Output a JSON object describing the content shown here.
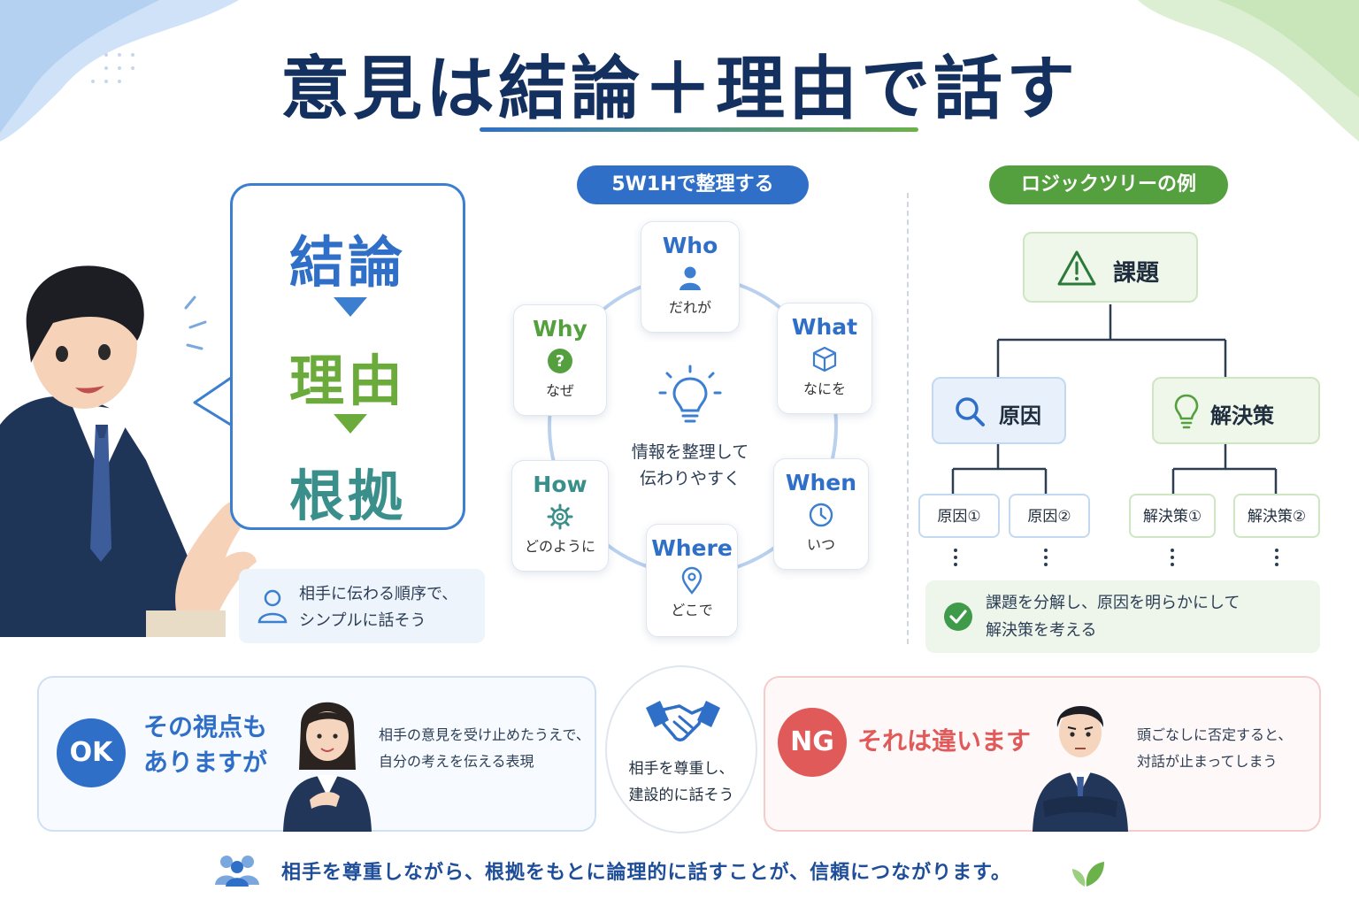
{
  "title": "意見は結論＋理由で話す",
  "colors": {
    "navy": "#14305f",
    "blue": "#2f6fc7",
    "green": "#55a03e",
    "red": "#e05a5a",
    "teal": "#3a8f8a"
  },
  "structure": {
    "steps": [
      "結論",
      "理由",
      "根拠"
    ],
    "tip": [
      "相手に伝わる順序で、",
      "シンプルに話そう"
    ]
  },
  "fivew1h": {
    "header": "5W1Hで整理する",
    "items": [
      {
        "label": "Who",
        "sub": "だれが",
        "icon": "person-icon",
        "color": "#2f6fc7"
      },
      {
        "label": "What",
        "sub": "なにを",
        "icon": "box-icon",
        "color": "#2f6fc7"
      },
      {
        "label": "When",
        "sub": "いつ",
        "icon": "clock-icon",
        "color": "#2f6fc7"
      },
      {
        "label": "Where",
        "sub": "どこで",
        "icon": "location-pin-icon",
        "color": "#2f6fc7"
      },
      {
        "label": "How",
        "sub": "どのように",
        "icon": "gear-icon",
        "color": "#3a8f8a"
      },
      {
        "label": "Why",
        "sub": "なぜ",
        "icon": "question-icon",
        "color": "#55a03e"
      }
    ],
    "center": [
      "情報を整理して",
      "伝わりやすく"
    ]
  },
  "logic_tree": {
    "header": "ロジックツリーの例",
    "root": "課題",
    "cause": "原因",
    "solution": "解決策",
    "cause_leaves": [
      "原因①",
      "原因②"
    ],
    "solution_leaves": [
      "解決策①",
      "解決策②"
    ],
    "summary": [
      "課題を分解し、原因を明らかにして",
      "解決策を考える"
    ]
  },
  "ok": {
    "badge": "OK",
    "phrase": [
      "その視点も",
      "ありますが"
    ],
    "desc": [
      "相手の意見を受け止めたうえで、",
      "自分の考えを伝える表現"
    ]
  },
  "center_msg": [
    "相手を尊重し、",
    "建設的に話そう"
  ],
  "ng": {
    "badge": "NG",
    "phrase": "それは違います",
    "desc": [
      "頭ごなしに否定すると、",
      "対話が止まってしまう"
    ]
  },
  "footer": "相手を尊重しながら、根拠をもとに論理的に話すことが、信頼につながります。"
}
